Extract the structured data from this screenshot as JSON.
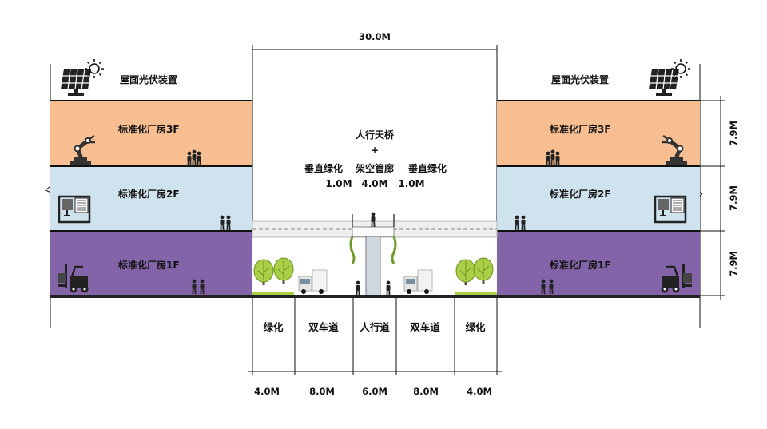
{
  "span": "30.0M",
  "roof_label": "屋面光伏装置",
  "floors": [
    {
      "label": "标准化厂房3F",
      "height": "7.9M",
      "color": "#f7be92"
    },
    {
      "label": "标准化厂房2F",
      "height": "7.9M",
      "color": "#cfe3ef"
    },
    {
      "label": "标准化厂房1F",
      "height": "7.9M",
      "color": "#8464a8"
    }
  ],
  "bridge": {
    "title": "人行天桥",
    "plus": "+",
    "left_green": "垂直绿化",
    "corridor": "架空管廊",
    "right_green": "垂直绿化",
    "left_width": "1.0M",
    "corridor_width": "4.0M",
    "right_width": "1.0M"
  },
  "road_sections": [
    {
      "label": "绿化",
      "width": "4.0M"
    },
    {
      "label": "双车道",
      "width": "8.0M"
    },
    {
      "label": "人行道",
      "width": "6.0M"
    },
    {
      "label": "双车道",
      "width": "8.0M"
    },
    {
      "label": "绿化",
      "width": "4.0M"
    }
  ],
  "icons": [
    "solar-panel-icon",
    "robot-arm-icon",
    "cnc-machine-icon",
    "forklift-icon",
    "people-icon",
    "tree-icon",
    "truck-icon"
  ]
}
